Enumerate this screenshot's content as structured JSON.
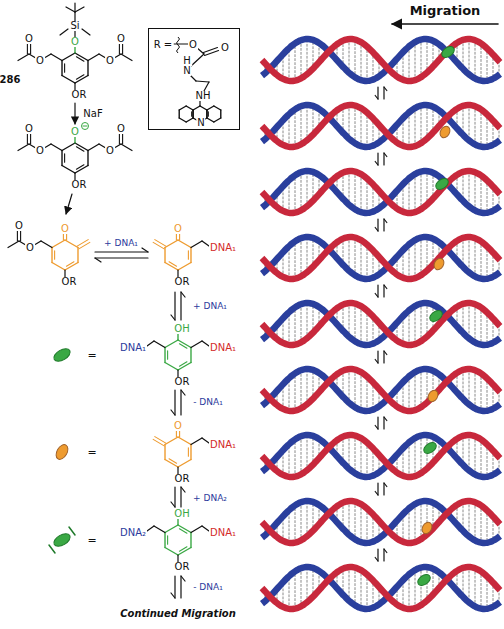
{
  "diagram": {
    "nodes": [
      {
        "text": [
          "R =",
          "O",
          "O",
          "H",
          "N",
          "NH",
          "N"
        ]
      }
    ],
    "labels": [
      "Migration",
      "286",
      "Si",
      "O",
      "O",
      "O",
      "O",
      "O",
      "OR",
      "NaF",
      "O",
      "O",
      "O",
      "O",
      "O",
      "OR",
      "O",
      "O",
      "O",
      "OR",
      "+ DNA₁",
      "O",
      "DNA₁",
      "OR",
      "+ DNA₁",
      "=",
      "OH",
      "DNA₁",
      "DNA₁",
      "OR",
      "- DNA₁",
      "=",
      "O",
      "DNA₁",
      "OR",
      "+ DNA₂",
      "=",
      "OH",
      "DNA₂",
      "DNA₁",
      "OR",
      "- DNA₁",
      "Continued Migration"
    ]
  }
}
